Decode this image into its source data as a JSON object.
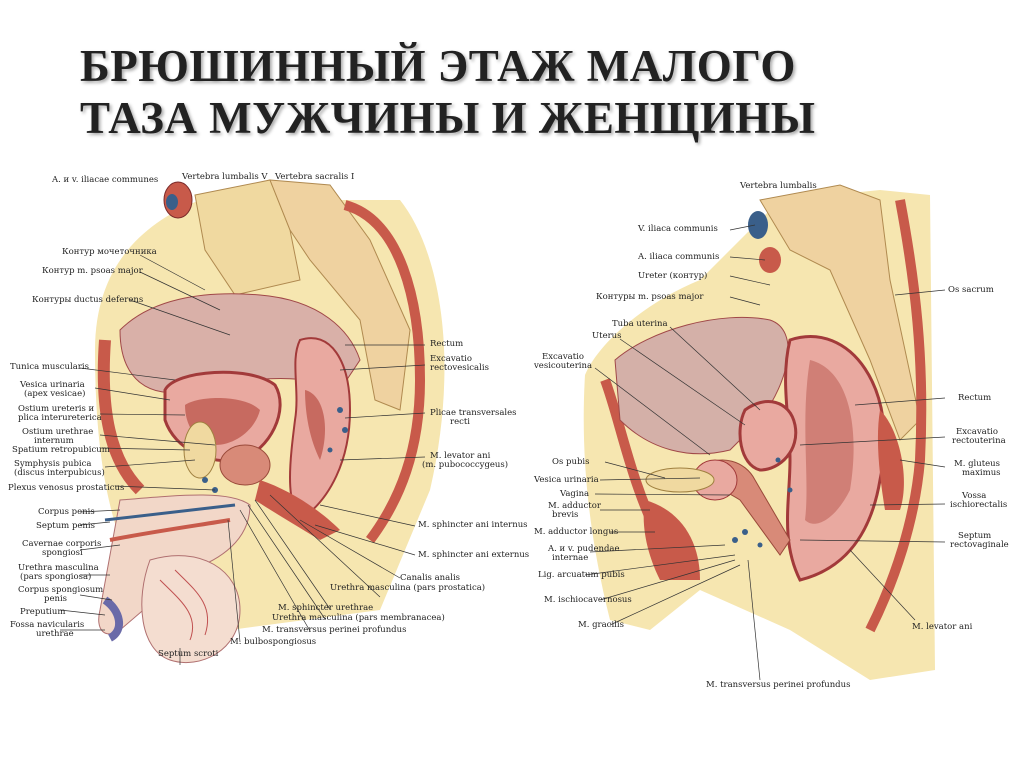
{
  "title": {
    "line1": "БРЮШИННЫЙ ЭТАЖ МАЛОГО",
    "line2": "ТАЗА МУЖЧИНЫ И ЖЕНЩИНЫ"
  },
  "male": {
    "top": [
      "A. и v. iliacae communes",
      "Vertebra lumbalis V",
      "Vertebra sacralis I"
    ],
    "left": [
      "Контур мочеточника",
      "Контур m. psoas major",
      "Контуры ductus deferens",
      "Tunica muscularis",
      "Vesica urinaria",
      "(apex vesicae)",
      "Ostium ureteris и",
      "plica interureterica",
      "Ostium urethrae",
      "internum",
      "Spatium retropubicum",
      "Symphysis pubica",
      "(discus interpubicus)",
      "Plexus venosus prostaticus",
      "Corpus penis",
      "Septum penis",
      "Cavernae corporis",
      "spongiosi",
      "Urethra masculina",
      "(pars spongiosa)",
      "Corpus spongiosum",
      "penis",
      "Preputium",
      "Fossa navicularis",
      "urethrae"
    ],
    "right": [
      "Rectum",
      "Excavatio",
      "rectovesicalis",
      "Plicae transversales",
      "recti",
      "M. levator ani",
      "(m. pubococcygeus)",
      "M. sphincter ani internus",
      "M. sphincter ani externus",
      "Canalis analis",
      "Urethra masculina (pars prostatica)",
      "M. sphincter urethrae",
      "Urethra masculina (pars membranacea)",
      "M. transversus perinei profundus",
      "M. bulbospongiosus",
      "Septum scroti"
    ]
  },
  "female": {
    "left": [
      "V. iliaca communis",
      "A. iliaca communis",
      "Ureter (контур)",
      "Контуры m. psoas major",
      "Tuba uterina",
      "Uterus",
      "Excavatio",
      "vesicouterina",
      "Os pubis",
      "Vesica urinaria",
      "Vagina",
      "M. adductor",
      "brevis",
      "M. adductor longus",
      "A. и v. pudendae",
      "internae",
      "Lig. arcuatum pubis",
      "M. ischiocavernosus",
      "M. gracilis"
    ],
    "top": [
      "Vertebra lumbalis"
    ],
    "right": [
      "Os sacrum",
      "Rectum",
      "Excavatio",
      "rectouterina",
      "M. gluteus",
      "maximus",
      "Vossa",
      "ischiorectalis",
      "Septum",
      "rectovaginale",
      "M. levator ani"
    ],
    "bottom": [
      "M. transversus perinei profundus"
    ]
  },
  "colors": {
    "bone": "#f0d9a0",
    "muscle": "#c85a4a",
    "organ": "#e9a9a0",
    "fat": "#f6e6b0",
    "vessel": "#3a5f8a"
  }
}
